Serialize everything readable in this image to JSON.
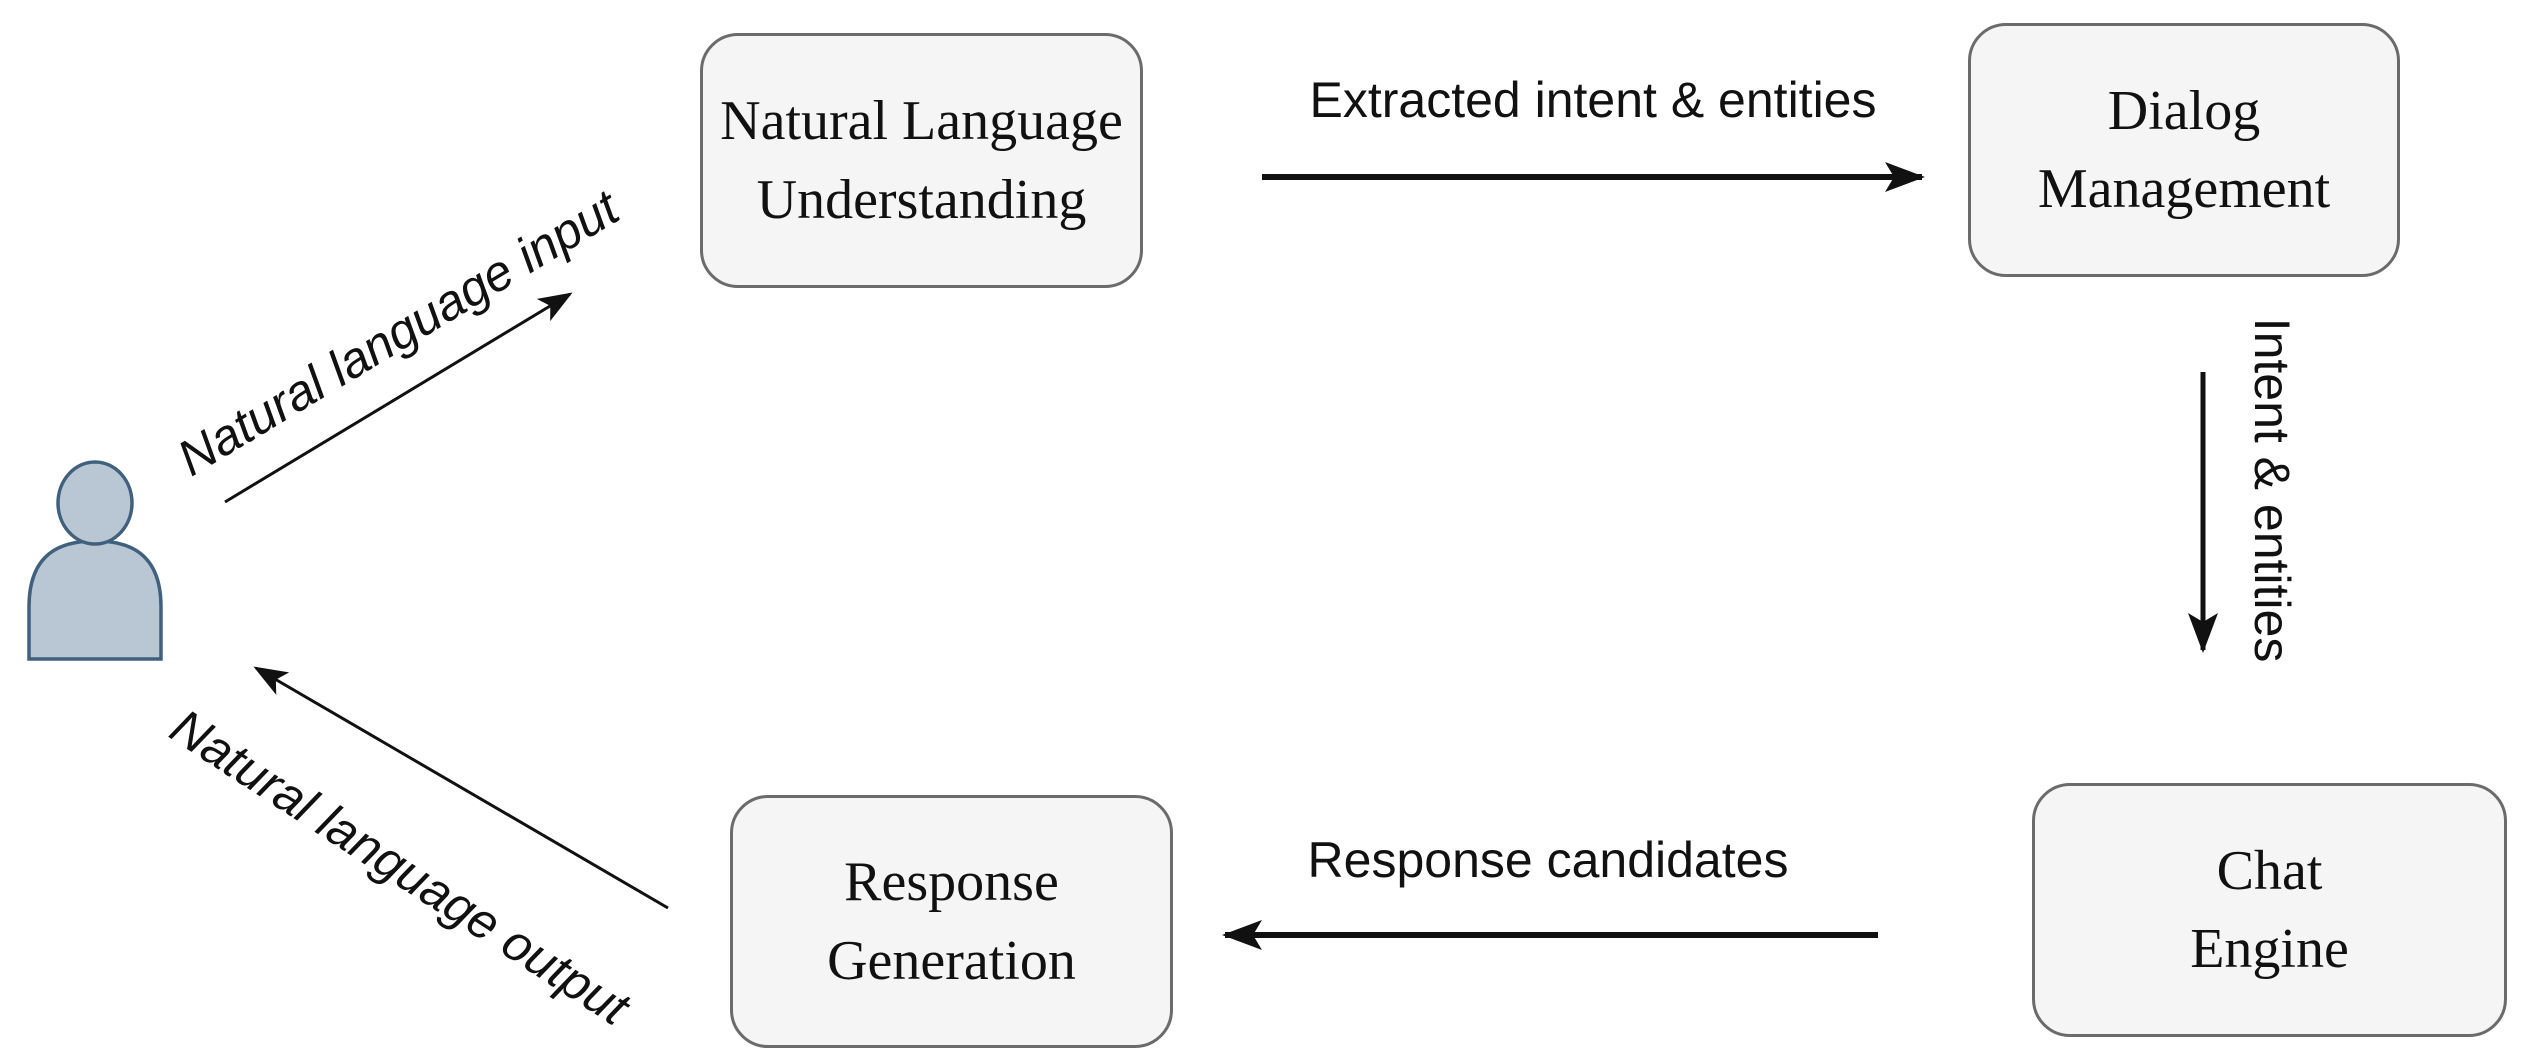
{
  "colors": {
    "background": "#ffffff",
    "node_fill": "#f5f5f5",
    "node_stroke": "#6b6b6b",
    "text": "#111111",
    "arrow": "#111111",
    "person_fill": "#b9c7d4",
    "person_stroke": "#41607d"
  },
  "icons": {
    "user": "person-silhouette"
  },
  "nodes": {
    "nlu": {
      "label": "Natural Language\nUnderstanding"
    },
    "dialog": {
      "label": "Dialog\nManagement"
    },
    "chat": {
      "label": "Chat\nEngine"
    },
    "response": {
      "label": "Response\nGeneration"
    }
  },
  "edges": {
    "input": {
      "label": "Natural language input",
      "from": "user",
      "to": "nlu"
    },
    "extracted": {
      "label": "Extracted intent & entities",
      "from": "nlu",
      "to": "dialog"
    },
    "intent": {
      "label": "Intent & entities",
      "from": "dialog",
      "to": "chat"
    },
    "candidates": {
      "label": "Response candidates",
      "from": "chat",
      "to": "response"
    },
    "output": {
      "label": "Natural language output",
      "from": "response",
      "to": "user"
    }
  }
}
